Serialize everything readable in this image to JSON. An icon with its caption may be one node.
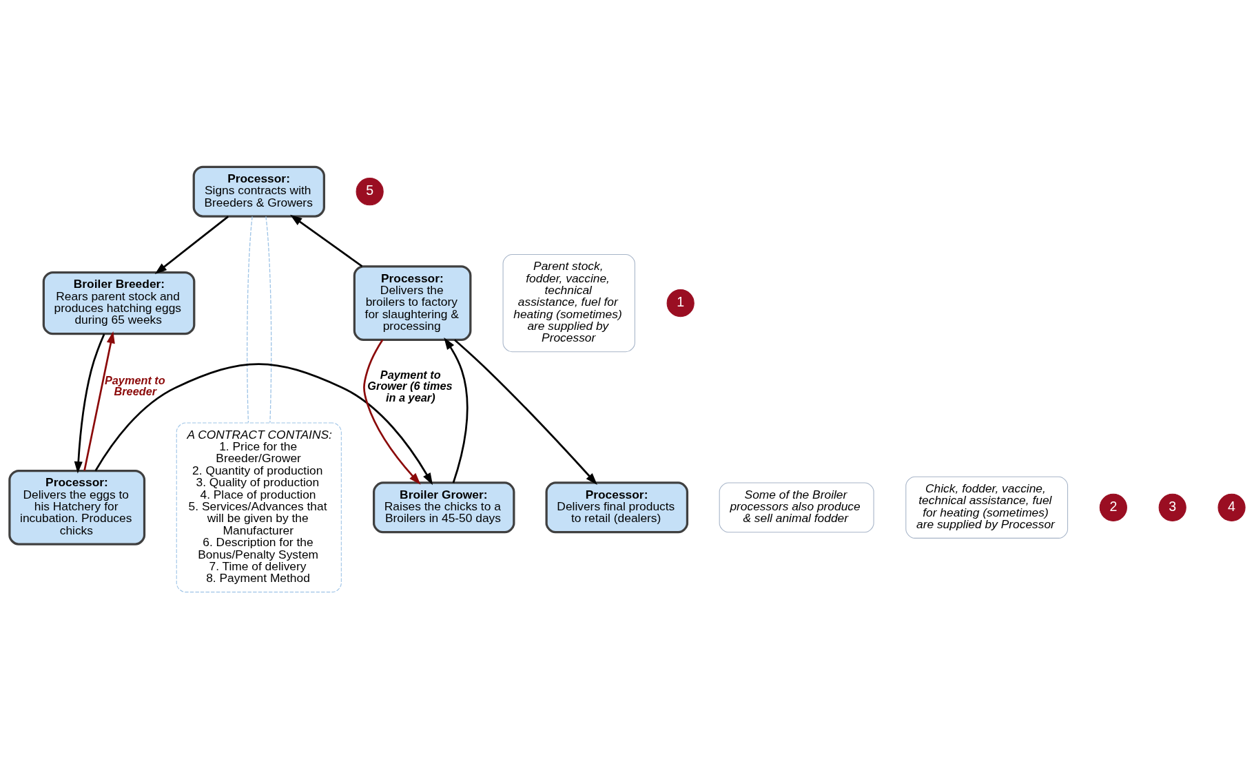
{
  "diagram": {
    "nodes": [
      {
        "text": [
          "Processor:",
          "Signs contracts with Breeders & Growers"
        ]
      },
      {
        "text": [
          "Broiler Breeder:",
          "Rears parent stock and produces hatching eggs during 65 weeks"
        ]
      },
      {
        "text": [
          "Processor:",
          "Delivers the eggs to his Hatchery for incubation. Produces chicks"
        ]
      },
      {
        "text": [
          "Broiler Grower:",
          "Raises the chicks to a Broilers in 45-50 days"
        ]
      },
      {
        "text": [
          "Processor:",
          "Delivers the broilers to factory for slaughtering & processing"
        ]
      },
      {
        "text": [
          "Processor:",
          "Delivers final products to retail (dealers)"
        ]
      },
      {
        "text": [
          "A CONTRACT CONTAINS:",
          "1. Price for the Breeder/Grower",
          "2. Quantity of production",
          "3. Quality of production",
          "4. Place of production",
          "5. Services/Advances that will be given by the Manufacturer",
          "6. Description for the Bonus/Penalty System",
          "7. Time of delivery",
          "8. Payment Method"
        ]
      },
      {
        "text": [
          "Some of the Broiler processors also produce & sell animal fodder"
        ]
      },
      {
        "text": [
          "Parent stock, fodder, vaccine, technical assistance, fuel for heating (sometimes) are supplied by Processor"
        ]
      },
      {
        "text": [
          "Chick, fodder, vaccine, technical assistance, fuel for heating (sometimes) are supplied by Processor"
        ]
      },
      {
        "text": [
          "1"
        ]
      },
      {
        "text": [
          "2"
        ]
      },
      {
        "text": [
          "3"
        ]
      },
      {
        "text": [
          "4"
        ]
      },
      {
        "text": [
          "5"
        ]
      }
    ],
    "edges": [
      {
        "from": 0,
        "to": 1,
        "arrow": "to"
      },
      {
        "from": 1,
        "to": 2,
        "arrow": "to"
      },
      {
        "from": 2,
        "to": 1,
        "arrow": "to",
        "label": "Payment to Breeder",
        "color": "#8b0a0a"
      },
      {
        "from": 2,
        "to": 3,
        "arrow": "to"
      },
      {
        "from": 3,
        "to": 4,
        "arrow": "to"
      },
      {
        "from": 4,
        "to": 3,
        "arrow": "to",
        "label": "Payment to Grower (6 times in a year)",
        "color": "#8b0a0a"
      },
      {
        "from": 4,
        "to": 0,
        "arrow": "to"
      },
      {
        "from": 4,
        "to": 5,
        "arrow": "to"
      },
      {
        "from": 0,
        "to": 6,
        "arrow": "none",
        "style": "dashed",
        "color": "#9dc3e6"
      },
      {
        "from": 0,
        "to": 6,
        "arrow": "none",
        "style": "dashed",
        "color": "#9dc3e6"
      }
    ]
  }
}
